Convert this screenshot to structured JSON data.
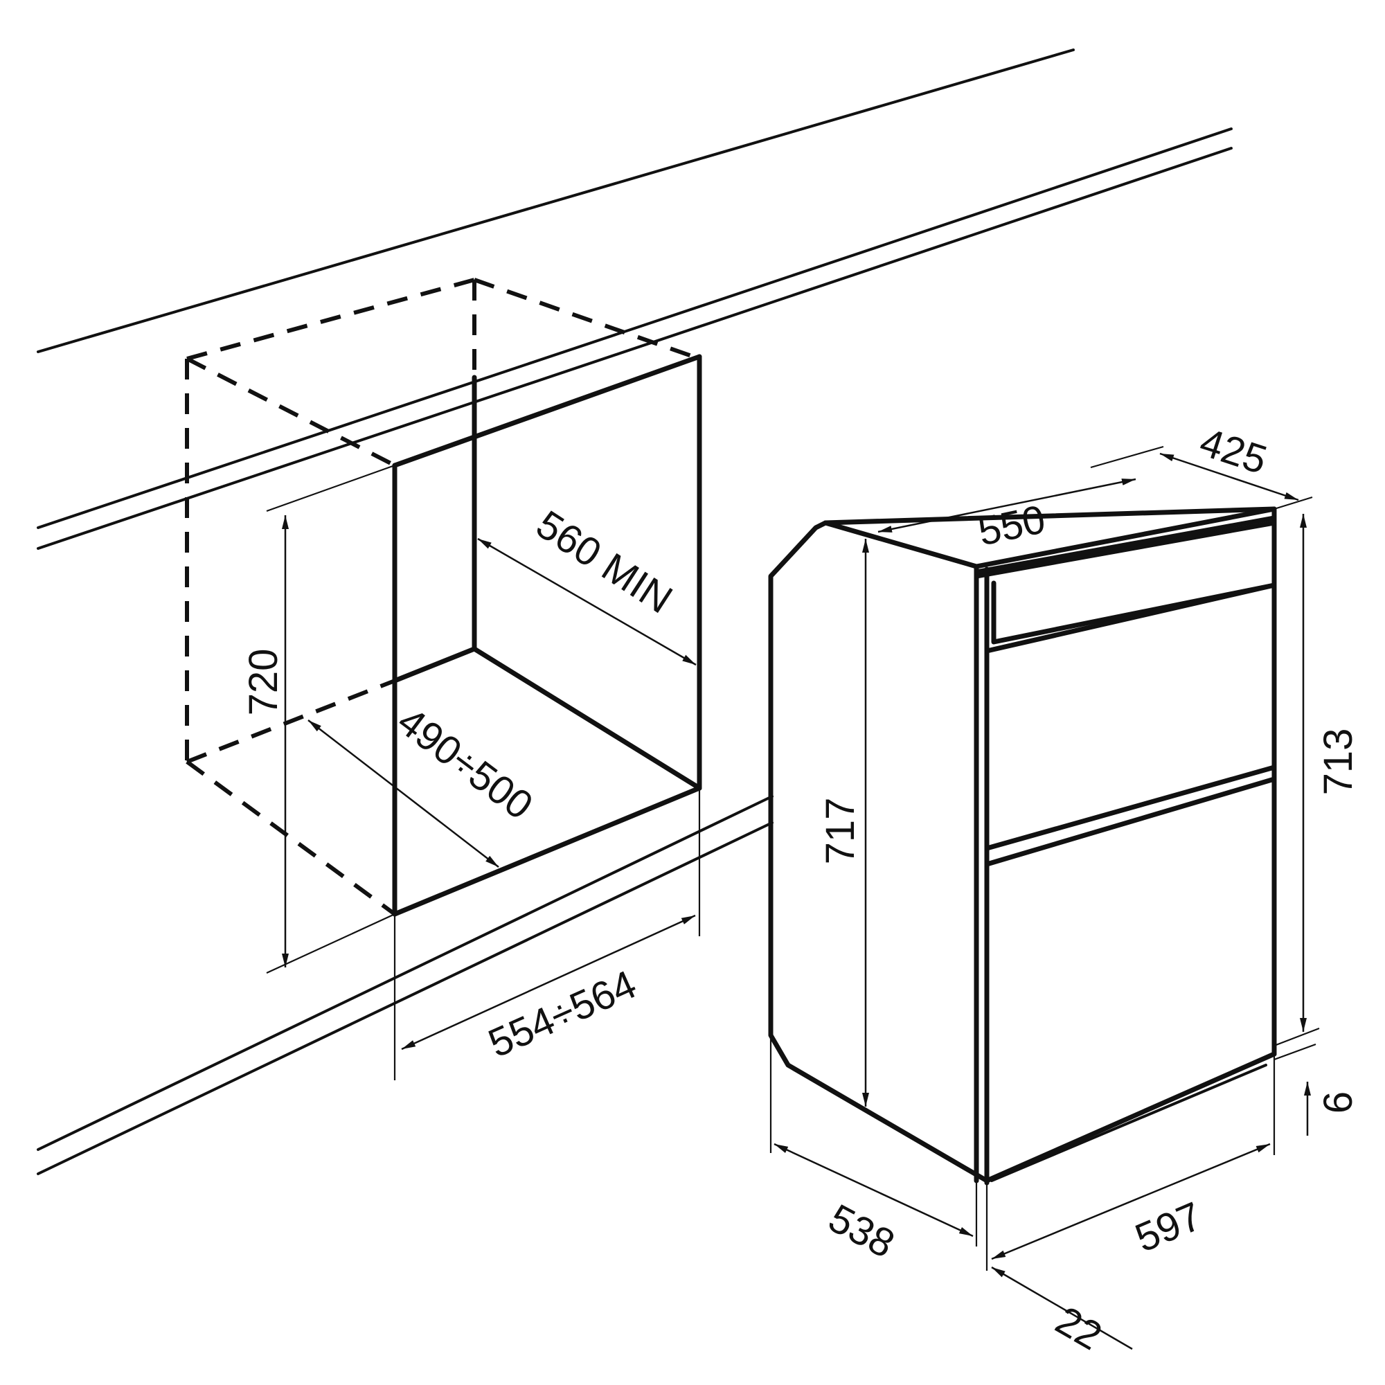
{
  "diagram": {
    "line_color": "#111111",
    "background": "#ffffff",
    "cutout": {
      "height": "720",
      "depth_min": "560 MIN",
      "depth_range": "490÷500",
      "width_range": "554÷564"
    },
    "appliance": {
      "top_width": "550",
      "top_depth": "425",
      "body_height": "717",
      "front_height": "713",
      "foot_gap": "6",
      "depth": "538",
      "width": "597",
      "door_offset": "22"
    }
  }
}
